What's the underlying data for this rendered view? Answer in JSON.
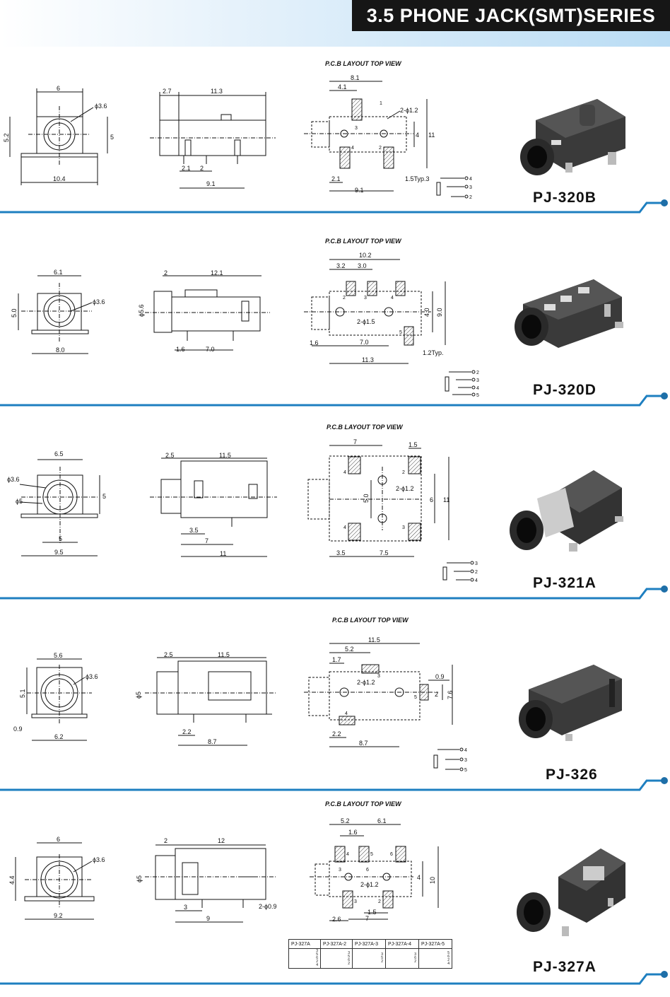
{
  "header": {
    "title": "3.5 PHONE JACK(SMT)SERIES"
  },
  "pcb_label": "P.C.B LAYOUT    TOP VIEW",
  "sections": [
    {
      "model": "PJ-320B",
      "front": {
        "width": "6",
        "height": "5.2",
        "hole": "ϕ3.6",
        "body_h": "5",
        "base": "10.4"
      },
      "side": {
        "a": "2.7",
        "b": "11.3",
        "c": "2.1",
        "d": "2",
        "e": "9.1"
      },
      "pcb": {
        "w1": "8.1",
        "w2": "4.1",
        "hole": "2-ϕ1.2",
        "h1": "4",
        "h2": "11",
        "bottom1": "2.1",
        "bottom2": "9.1",
        "typ": "1.5Typ.3",
        "p3": "3",
        "p4": "4",
        "p2": "2",
        "p1": "1"
      },
      "schematic": [
        "4",
        "3",
        "2"
      ]
    },
    {
      "model": "PJ-320D",
      "front": {
        "width": "6.1",
        "height": "5.0",
        "hole": "ϕ3.6",
        "base": "8.0"
      },
      "side": {
        "a": "2",
        "b": "12.1",
        "dia": "ϕ5.6",
        "c": "1.6",
        "d": "7.0"
      },
      "pcb": {
        "w1": "10.2",
        "w2": "3.2",
        "w3": "3.0",
        "h1": "4.0",
        "h2": "9.0",
        "hole": "2-ϕ1.5",
        "left": "1.6",
        "mid": "7.0",
        "total": "11.3",
        "typ": "1.2Typ.",
        "p2": "2",
        "p3": "3",
        "p4": "4",
        "p5": "5"
      },
      "schematic": [
        "2",
        "3",
        "4",
        "5"
      ]
    },
    {
      "model": "PJ-321A",
      "front": {
        "width": "6.5",
        "hole1": "ϕ3.6",
        "hole2": "ϕ5",
        "h": "5",
        "inner": "5",
        "base": "9.5"
      },
      "side": {
        "a": "2.5",
        "b": "11.5",
        "c": "3.5",
        "d": "7",
        "e": "11"
      },
      "pcb": {
        "w1": "7",
        "w2": "1.5",
        "h1": "5.0",
        "h2": "6",
        "h3": "11",
        "hole": "2-ϕ1.2",
        "b1": "3.5",
        "b2": "7.5",
        "p4a": "4",
        "p2": "2",
        "p4b": "4",
        "p3": "3"
      },
      "schematic": [
        "3",
        "2",
        "4"
      ]
    },
    {
      "model": "PJ-326",
      "front": {
        "width": "5.6",
        "height": "5.1",
        "hole": "ϕ3.6",
        "gap": "0.9",
        "base": "6.2"
      },
      "side": {
        "a": "2.5",
        "b": "11.5",
        "dia": "ϕ5",
        "c": "2.2",
        "d": "8.7"
      },
      "pcb": {
        "w1": "11.5",
        "w2": "5.2",
        "w3": "1.7",
        "hole": "2-ϕ1.2",
        "r1": "0.9",
        "r2": "2",
        "r3": "7.6",
        "b1": "2.2",
        "b2": "8.7",
        "p3": "3",
        "p5": "5",
        "p4": "4"
      },
      "schematic": [
        "4",
        "3",
        "5"
      ]
    },
    {
      "model": "PJ-327A",
      "front": {
        "width": "6",
        "height": "4.4",
        "hole": "ϕ3.6",
        "base": "9.2"
      },
      "side": {
        "a": "2",
        "b": "12",
        "dia": "ϕ5",
        "c": "3",
        "d": "9",
        "pin": "2-ϕ0.9"
      },
      "pcb": {
        "w1": "5.2",
        "w2": "6.1",
        "w3": "1.6",
        "h1": "4",
        "h2": "10",
        "hole": "2-ϕ1.2",
        "b1": "2.6",
        "b2": "7",
        "b3": "1.5",
        "p4": "4",
        "p5": "5",
        "p6": "6",
        "p3": "3",
        "p6b": "6",
        "p3b": "3",
        "p2": "2"
      },
      "variants": [
        "PJ-327A",
        "PJ-327A-2",
        "PJ-327A-3",
        "PJ-327A-4",
        "PJ-327A-5"
      ],
      "variant_pins": [
        [
          "3",
          "5",
          "6",
          "2",
          "4"
        ],
        [
          "3",
          "5",
          "6",
          "2"
        ],
        [
          "3",
          "5",
          "2"
        ],
        [
          "3",
          "6",
          "2"
        ],
        [
          "5",
          "6",
          "2",
          "4"
        ]
      ]
    }
  ]
}
